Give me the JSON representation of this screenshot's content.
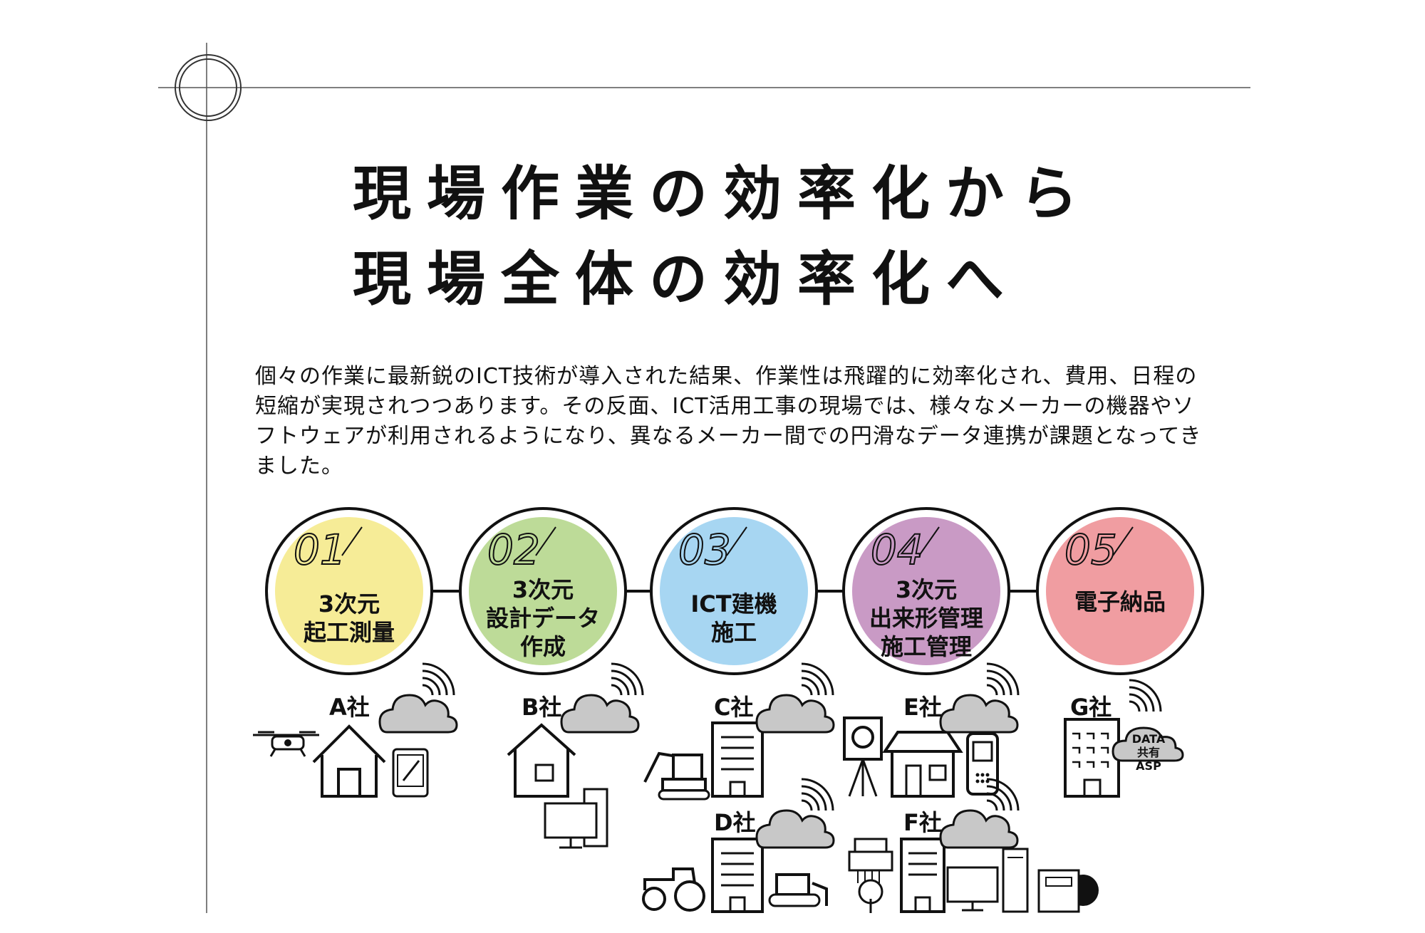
{
  "title": {
    "line1": "現場作業の効率化から",
    "line2": "現場全体の効率化へ"
  },
  "body_text": "個々の作業に最新鋭のICT技術が導入された結果、作業性は飛躍的に効率化され、費用、日程の短縮が実現されつつあります。その反面、ICT活用工事の現場では、様々なメーカーの機器やソフトウェアが利用されるようになり、異なるメーカー間での円滑なデータ連携が課題となってきました。",
  "stages": [
    {
      "number": "01",
      "label": "3次元\n起工測量",
      "color": "#f6ec97"
    },
    {
      "number": "02",
      "label": "3次元\n設計データ\n作成",
      "color": "#bddb98"
    },
    {
      "number": "03",
      "label": "ICT建機\n施工",
      "color": "#a7d6f2"
    },
    {
      "number": "04",
      "label": "3次元\n出来形管理\n施工管理",
      "color": "#c99ac5"
    },
    {
      "number": "05",
      "label": "電子納品",
      "color": "#f09da1"
    }
  ],
  "companies": [
    "A社",
    "B社",
    "C社",
    "D社",
    "E社",
    "F社",
    "G社"
  ],
  "cloud_label": {
    "line1": "DATA",
    "line2": "共有ASP"
  }
}
